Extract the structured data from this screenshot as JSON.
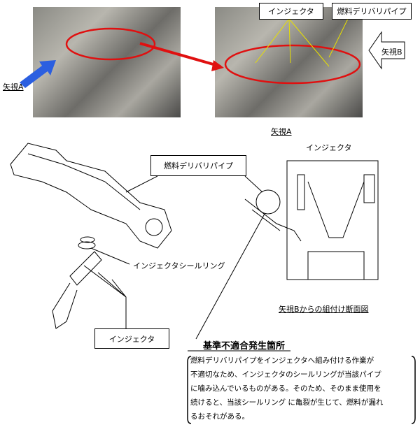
{
  "photos": {
    "left": {
      "view_label": "矢視A"
    },
    "right": {
      "injector_label": "インジェクタ",
      "pipe_label": "燃料デリバリパイプ",
      "view_b_label": "矢視B",
      "caption": "矢視A"
    }
  },
  "diagram": {
    "pipe_label": "燃料デリバリパイプ",
    "injector_top_label": "インジェクタ",
    "seal_ring_label": "インジェクタシールリング",
    "injector_label": "インジェクタ",
    "section_caption": "矢視Bからの組付け断面図"
  },
  "defect": {
    "heading": "基準不適合発生箇所",
    "lines": [
      "燃料デリバリパイプをインジェクタへ組み付ける作業が",
      "不適切なため、インジェクタのシールリングが当該パイプ",
      "に噛み込んでいるものがある。そのため、そのまま使用を",
      "続けると、当該シールリング に亀裂が生じて、燃料が漏れ",
      "るおそれがある。"
    ]
  },
  "colors": {
    "highlight": "#e01010",
    "arrow_a": "#2b5fe0",
    "leader": "#e8e000"
  }
}
